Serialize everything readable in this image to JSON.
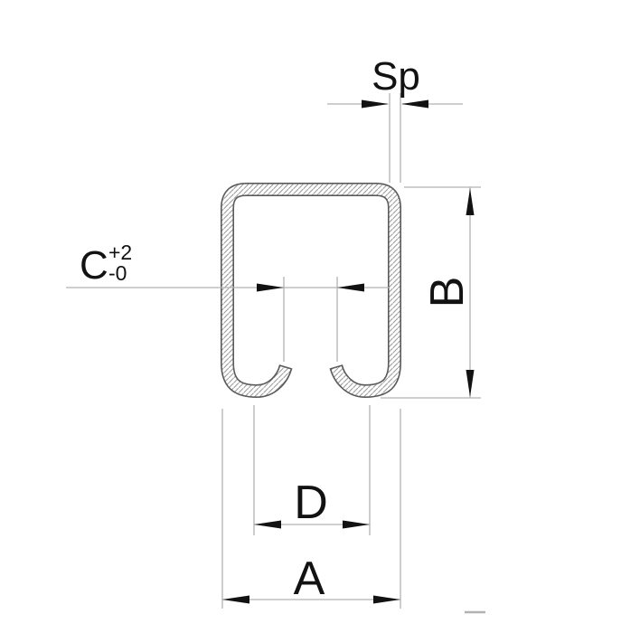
{
  "drawing": {
    "colors": {
      "background": "#ffffff",
      "dim_line": "#b2b2b2",
      "outline": "#5a5a5a",
      "hatch": "#9d9d9d",
      "ink": "#121212"
    },
    "dimensions": {
      "sp": {
        "label": "Sp"
      },
      "c": {
        "label": "C",
        "tolerance_upper": "+2",
        "tolerance_lower": "-0"
      },
      "b": {
        "label": "B"
      },
      "d": {
        "label": "D"
      },
      "a": {
        "label": "A"
      }
    }
  }
}
